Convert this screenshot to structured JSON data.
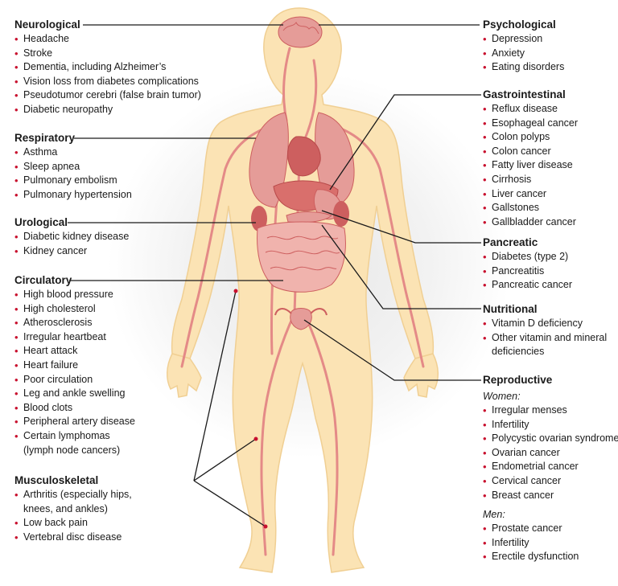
{
  "groups": {
    "neurological": {
      "title": "Neurological",
      "items": [
        "Headache",
        "Stroke",
        "Dementia, including Alzheimer’s",
        "Vision loss from diabetes complications",
        "Pseudotumor cerebri (false brain tumor)",
        "Diabetic neuropathy"
      ]
    },
    "respiratory": {
      "title": "Respiratory",
      "items": [
        "Asthma",
        "Sleep apnea",
        "Pulmonary embolism",
        "Pulmonary hypertension"
      ]
    },
    "urological": {
      "title": "Urological",
      "items": [
        "Diabetic kidney disease",
        "Kidney cancer"
      ]
    },
    "circulatory": {
      "title": "Circulatory",
      "items": [
        "High blood pressure",
        "High cholesterol",
        "Atherosclerosis",
        "Irregular heartbeat",
        "Heart attack",
        "Heart failure",
        "Poor circulation",
        "Leg and ankle swelling",
        "Blood clots",
        "Peripheral artery disease",
        "Certain lymphomas",
        "(lymph node cancers)"
      ]
    },
    "musculoskeletal": {
      "title": "Musculoskeletal",
      "items": [
        "Arthritis (especially hips,",
        "knees, and ankles)",
        "Low back pain",
        "Vertebral disc disease"
      ]
    },
    "psychological": {
      "title": "Psychological",
      "items": [
        "Depression",
        "Anxiety",
        "Eating disorders"
      ]
    },
    "gastrointestinal": {
      "title": "Gastrointestinal",
      "items": [
        "Reflux disease",
        "Esophageal cancer",
        "Colon polyps",
        "Colon cancer",
        "Fatty liver disease",
        "Cirrhosis",
        "Liver cancer",
        "Gallstones",
        "Gallbladder cancer"
      ]
    },
    "pancreatic": {
      "title": "Pancreatic",
      "items": [
        "Diabetes (type 2)",
        "Pancreatitis",
        "Pancreatic cancer"
      ]
    },
    "nutritional": {
      "title": "Nutritional",
      "items": [
        "Vitamin D deficiency",
        "Other vitamin and mineral",
        "deficiencies"
      ]
    },
    "reproductive": {
      "title": "Reproductive",
      "women_label": "Women:",
      "women_items": [
        "Irregular menses",
        "Infertility",
        "Polycystic ovarian syndrome",
        "Ovarian cancer",
        "Endometrial cancer",
        "Cervical cancer",
        "Breast cancer"
      ],
      "men_label": "Men:",
      "men_items": [
        "Prostate cancer",
        "Infertility",
        "Erectile dysfunction"
      ]
    }
  },
  "colors": {
    "body_fill": "#fbe3b4",
    "body_stroke": "#f0cf93",
    "organ": "#e59c98",
    "organ_dark": "#cd5f5f",
    "vessel": "#e48a87",
    "bullet": "#c8102e",
    "leader_line": "#1a1a1a"
  }
}
